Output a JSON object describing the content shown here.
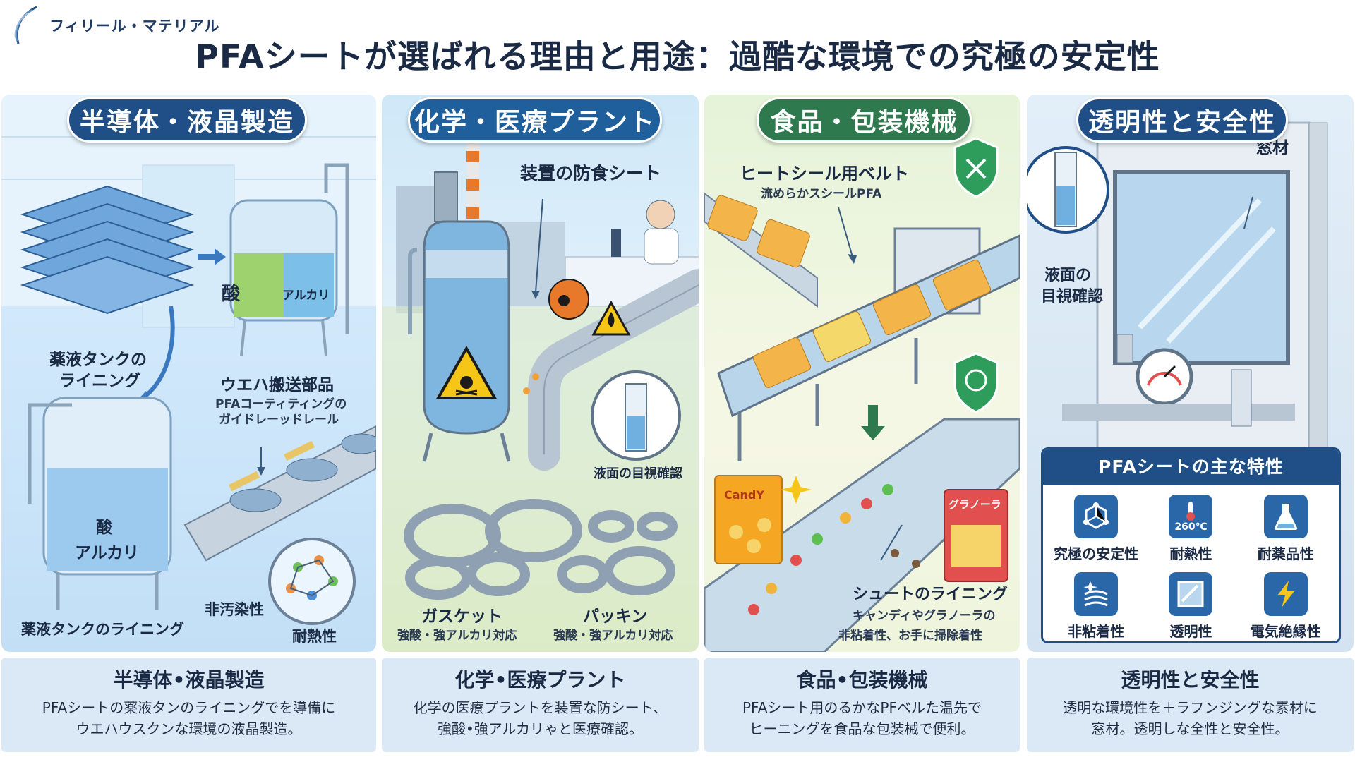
{
  "brand": {
    "name": "フィリール・マテリアル"
  },
  "title": "PFAシートが選ばれる理由と用途：過酷な環境での究極の安定性",
  "panels": [
    {
      "heading": "半導体・液晶製造",
      "labels": {
        "acid": "酸",
        "alkali": "アルカリ",
        "tank_lining": "薬液タンクの",
        "tank_lining2": "ライニング",
        "wafer_parts": "ウエハ搬送部品",
        "wafer_coat1": "PFAコーティティングの",
        "wafer_coat2": "ガイドレーッドレール",
        "acid2": "酸",
        "alkali2": "アルカリ",
        "non_contam": "非汚染性",
        "tank_lining_bottom": "薬液タンクのライニング",
        "heat_res": "耐熱性"
      }
    },
    {
      "heading": "化学・医療プラント",
      "labels": {
        "anticorr": "装置の防食シート",
        "level_check": "液面の目視確認",
        "gasket": "ガスケット",
        "gasket_sub": "強酸・強アルカリ対応",
        "packing": "パッキン",
        "packing_sub": "強酸・強アルカリ対応"
      }
    },
    {
      "heading": "食品・包装機械",
      "labels": {
        "belt": "ヒートシール用ベルト",
        "belt_sub": "流めらかスシールPFA",
        "chute": "シュートのライニング",
        "chute_sub1": "キャンディやグラノーラの",
        "chute_sub2": "非粘着性、お手に掃除着性",
        "candy_bag": "CandY",
        "granola_bag": "グラノーラ"
      }
    },
    {
      "heading": "透明性と安全性",
      "labels": {
        "window": "窓材",
        "level1": "液面の",
        "level2": "目視確認"
      }
    }
  ],
  "features": {
    "title": "PFAシートの主な特性",
    "temp_label": "260℃",
    "items": [
      {
        "label": "究極の安定性",
        "icon": "molecule-icon"
      },
      {
        "label": "耐熱性",
        "icon": "thermometer-icon"
      },
      {
        "label": "耐薬品性",
        "icon": "flask-icon"
      },
      {
        "label": "非粘着性",
        "icon": "non-stick-icon"
      },
      {
        "label": "透明性",
        "icon": "transparency-icon"
      },
      {
        "label": "電気絶縁性",
        "icon": "lightning-icon"
      }
    ]
  },
  "captions": [
    {
      "title": "半導体•液晶製造",
      "lines": [
        "PFAシートの薬液タンのライニングでを導備に",
        "ウエハウスクンな環境の液晶製造。"
      ]
    },
    {
      "title": "化学•医療プラント",
      "lines": [
        "化学の医療プラントを装置な防シート、",
        "強酸•強アルカリゃと医療確認。"
      ]
    },
    {
      "title": "食品•包装機械",
      "lines": [
        "PFAシート用のるかなPFべルた温先で",
        "ヒーニングを食品な包装械で便利。"
      ]
    },
    {
      "title": "透明性と安全性",
      "lines": [
        "透明な環境性を＋ラフンジングな素材に",
        "窓材。透明しな全性と安全性。"
      ]
    }
  ],
  "colors": {
    "navy": "#1f4f86",
    "green": "#2e7a4e",
    "accent_orange": "#e8792b",
    "hazard_yellow": "#f5c518"
  }
}
